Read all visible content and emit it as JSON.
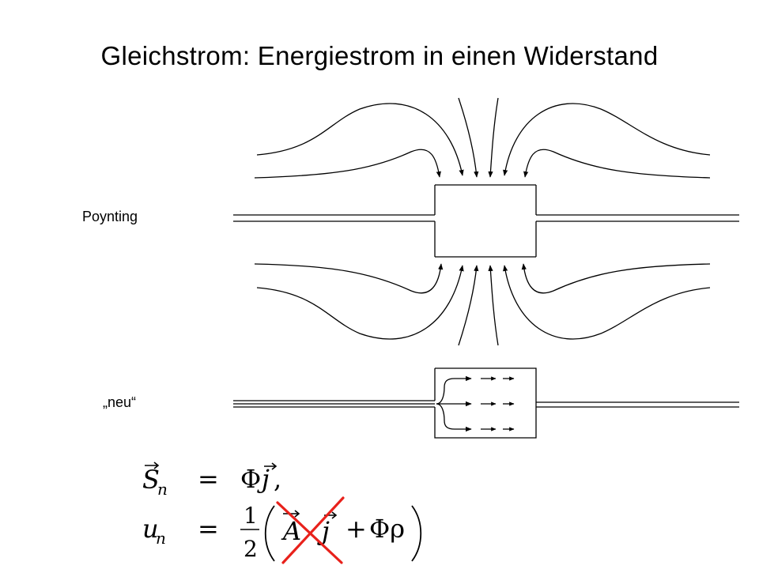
{
  "slide": {
    "title": "Gleichstrom: Energiestrom in einen Widerstand",
    "label_poynting": "Poynting",
    "label_new": "„neu“"
  },
  "equations": {
    "eq1_lhs": "S",
    "eq1_lhs_sub": "n",
    "eq1_rel": "=",
    "eq1_rhs_phi": "Φ",
    "eq1_rhs_j": "j",
    "eq1_rhs_punct": ",",
    "eq2_lhs": "u",
    "eq2_lhs_sub": "n",
    "eq2_rel": "=",
    "eq2_frac_num": "1",
    "eq2_frac_den": "2",
    "eq2_term_A": "A",
    "eq2_term_j": "j",
    "eq2_plus": "+",
    "eq2_term_phirho": "Φρ"
  },
  "colors": {
    "strike_cross": "#e8211b",
    "lines": "#000000"
  }
}
